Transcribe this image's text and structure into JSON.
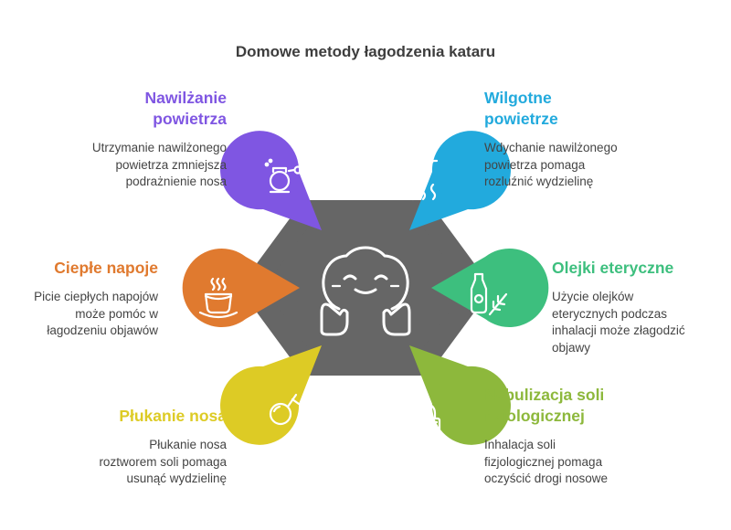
{
  "title": "Domowe metody łagodzenia kataru",
  "colors": {
    "center": "#666666",
    "nawilzanie": "#7F56E2",
    "wilgotne": "#22AADD",
    "olejki": "#3DBF7E",
    "nebulizacja": "#8DB83C",
    "plukanie": "#DDCB25",
    "napoje": "#E07A2F"
  },
  "center_icon": "smiling-face-icon",
  "items": [
    {
      "id": "nawilzanie",
      "head1": "Nawilżanie",
      "head2": "powietrza",
      "desc1": "Utrzymanie nawilżonego",
      "desc2": "powietrza zmniejsza",
      "desc3": "podrażnienie nosa",
      "desc4": "",
      "icon": "humidifier-icon"
    },
    {
      "id": "wilgotne",
      "head1": "Wilgotne",
      "head2": "powietrze",
      "desc1": "Wdychanie nawilżonego",
      "desc2": "powietrza pomaga",
      "desc3": "rozluźnić wydzielinę",
      "desc4": "",
      "icon": "steam-icon"
    },
    {
      "id": "olejki",
      "head1": "Olejki eteryczne",
      "head2": "",
      "desc1": "Użycie olejków",
      "desc2": "eterycznych podczas",
      "desc3": "inhalacji może złagodzić",
      "desc4": "objawy",
      "icon": "oil-bottle-icon"
    },
    {
      "id": "nebulizacja",
      "head1": "Nebulizacja soli",
      "head2": "fizjologicznej",
      "desc1": "Inhalacja soli",
      "desc2": "fizjologicznej pomaga",
      "desc3": "oczyścić drogi nosowe",
      "desc4": "",
      "icon": "nebulizer-icon"
    },
    {
      "id": "plukanie",
      "head1": "Płukanie nosa",
      "head2": "",
      "desc1": "Płukanie nosa",
      "desc2": "roztworem soli pomaga",
      "desc3": "usunąć wydzielinę",
      "desc4": "",
      "icon": "nasal-aspirator-icon"
    },
    {
      "id": "napoje",
      "head1": "Ciepłe napoje",
      "head2": "",
      "desc1": "Picie ciepłych napojów",
      "desc2": "może pomóc w",
      "desc3": "łagodzeniu objawów",
      "desc4": "",
      "icon": "hot-cup-icon"
    }
  ]
}
